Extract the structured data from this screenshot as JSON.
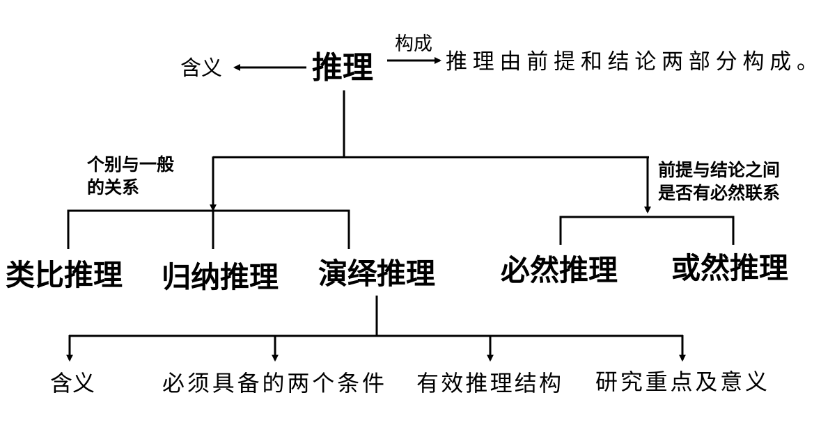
{
  "root": {
    "label": "推理"
  },
  "left_link": {
    "label": "含义"
  },
  "right_link": {
    "arrow_label": "构成",
    "label": "推理由前提和结论两部分构成。"
  },
  "branch_left": {
    "criterion_line1": "个别与一般",
    "criterion_line2": "的关系",
    "children": [
      "类比推理",
      "归纳推理",
      "演绎推理"
    ]
  },
  "branch_right": {
    "criterion_line1": "前提与结论之间",
    "criterion_line2": "是否有必然联系",
    "children": [
      "必然推理",
      "或然推理"
    ]
  },
  "deductive_children": [
    "含义",
    "必须具备的两个条件",
    "有效推理结构",
    "研究重点及意义"
  ]
}
